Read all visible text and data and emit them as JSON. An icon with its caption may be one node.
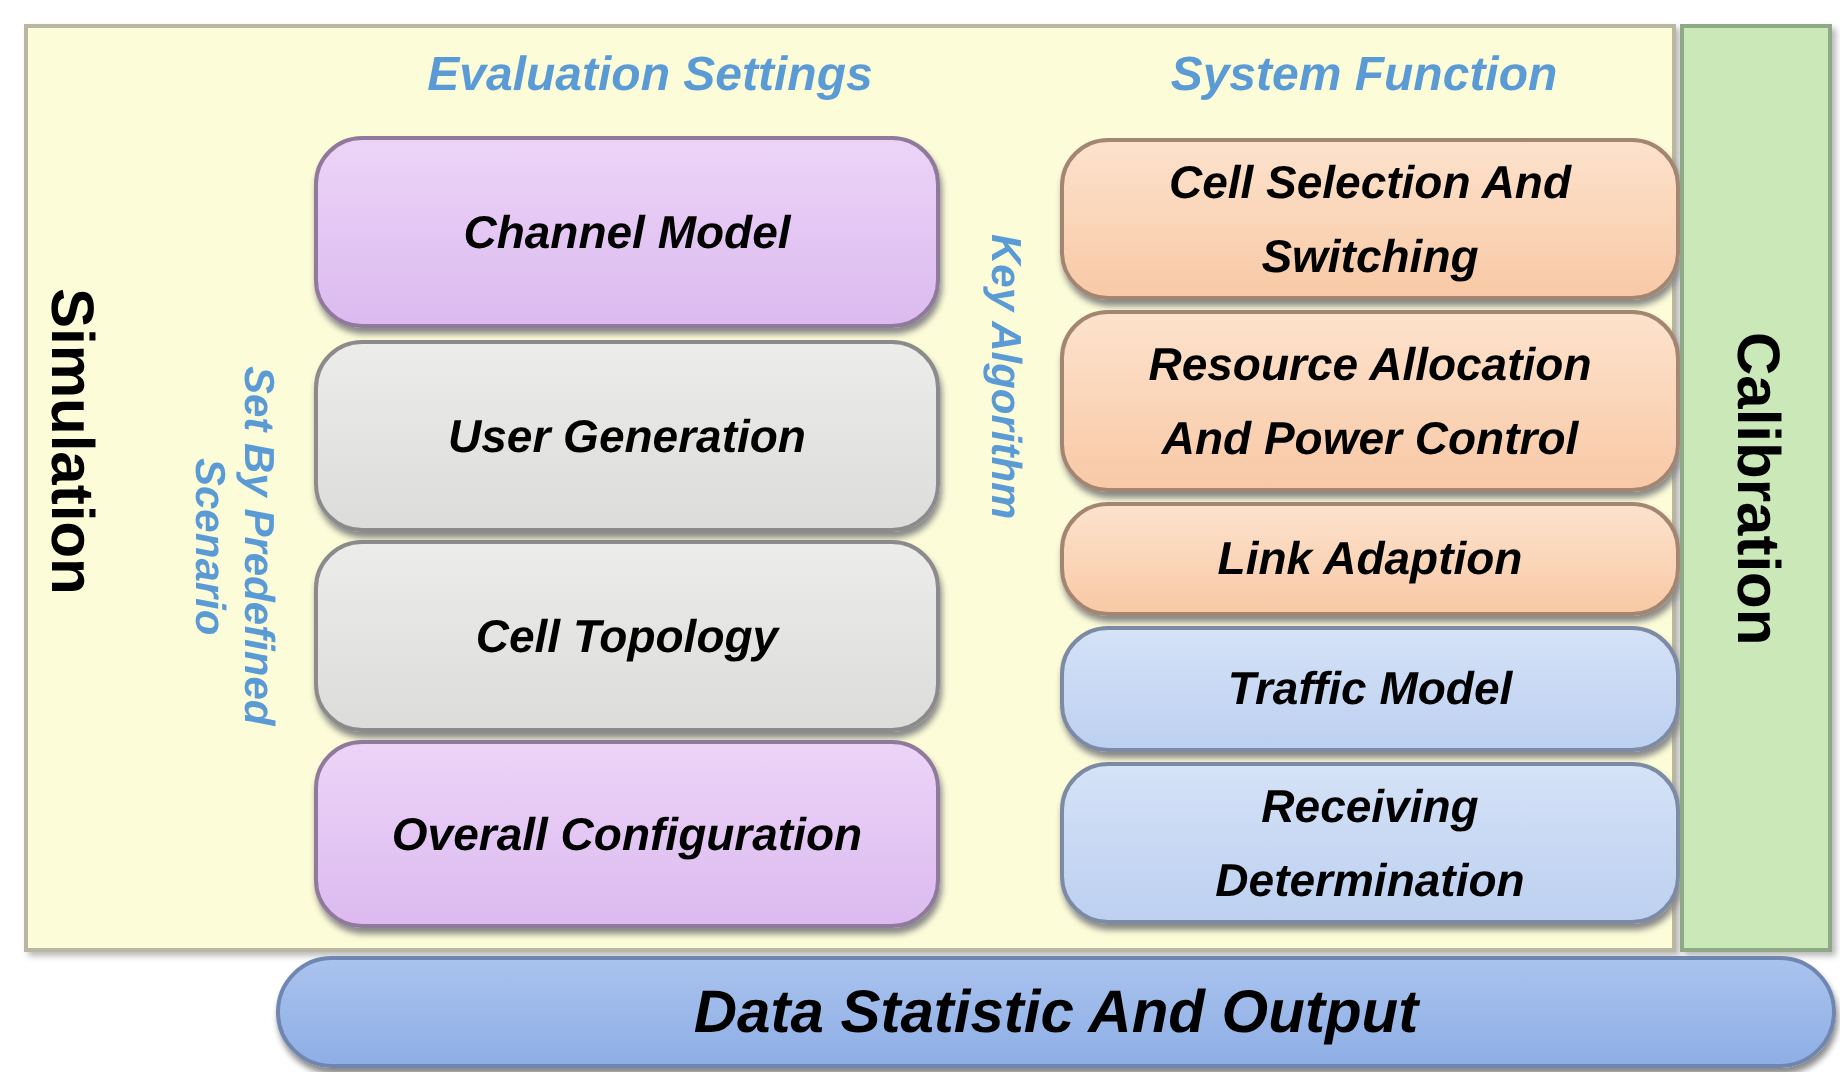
{
  "diagram": {
    "nodes": [
      {
        "text": [
          "Simulation"
        ]
      },
      {
        "text": [
          "Channel Model"
        ],
        "in": 0
      },
      {
        "text": [
          "User Generation"
        ],
        "in": 0
      },
      {
        "text": [
          "Cell Topology"
        ],
        "in": 0
      },
      {
        "text": [
          "Overall Configuration"
        ],
        "in": 0
      },
      {
        "text": [
          "Cell Selection And Switching"
        ],
        "in": 0
      },
      {
        "text": [
          "Resource Allocation And Power Control"
        ],
        "in": 0
      },
      {
        "text": [
          "Link Adaption"
        ],
        "in": 0
      },
      {
        "text": [
          "Traffic Model"
        ],
        "in": 0
      },
      {
        "text": [
          "Receiving Determination"
        ],
        "in": 0
      },
      {
        "text": [
          "Calibration"
        ]
      },
      {
        "text": [
          "Data Statistic And Output"
        ]
      }
    ],
    "labels": [
      "Evaluation Settings",
      "System Function",
      "Set By Predefined Scenario",
      "Key Algorithm"
    ]
  }
}
